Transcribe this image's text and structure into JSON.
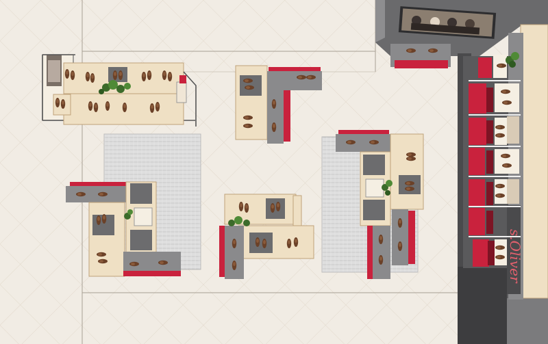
{
  "brand": {
    "name": "s.Oliver"
  },
  "colors": {
    "floor": "#f1ece4",
    "tile_line": "#e2d9cc",
    "wall": "#4a4a4c",
    "wall_light": "#8e8e90",
    "wood": "#efe0c4",
    "wood_edge": "#bfa27a",
    "red_box": "#c9223d",
    "red_dark": "#7d1424",
    "gray_panel": "#8a8a8c",
    "gray_dark": "#5a5a5c",
    "rug": "#dcdcdc",
    "seat": "#6c6c6e",
    "plant": "#3c6b2a",
    "shoe": "#6b4128",
    "brand_text": "#e4606d"
  },
  "rugs": [
    "rug-left",
    "rug-right"
  ],
  "fixtures": [
    "table-top-left",
    "table-center-top",
    "table-center-bottom",
    "table-left-bottom",
    "table-right-middle",
    "display-top-right",
    "wall-shelf-right"
  ],
  "icons": [
    "shoe-icon",
    "plant-icon",
    "seat-icon",
    "poster-image"
  ]
}
